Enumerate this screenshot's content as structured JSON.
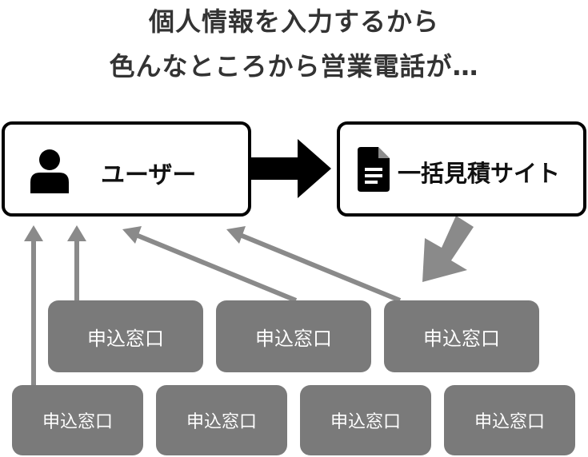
{
  "headline": {
    "line1": "個人情報を入力するから",
    "line2": "色んなところから営業電話が…"
  },
  "nodes": {
    "user": {
      "label": "ユーザー",
      "icon": "person-icon"
    },
    "site": {
      "label": "一括見積サイト",
      "icon": "document-icon"
    }
  },
  "windows": {
    "row1": [
      {
        "label": "申込窓口"
      },
      {
        "label": "申込窓口"
      },
      {
        "label": "申込窓口"
      }
    ],
    "row2": [
      {
        "label": "申込窓口"
      },
      {
        "label": "申込窓口"
      },
      {
        "label": "申込窓口"
      },
      {
        "label": "申込窓口"
      }
    ]
  },
  "colors": {
    "window_fill": "#7a7a7a",
    "arrow_gray": "#8a8a8a",
    "border": "#000000",
    "headline_text": "#333333"
  }
}
